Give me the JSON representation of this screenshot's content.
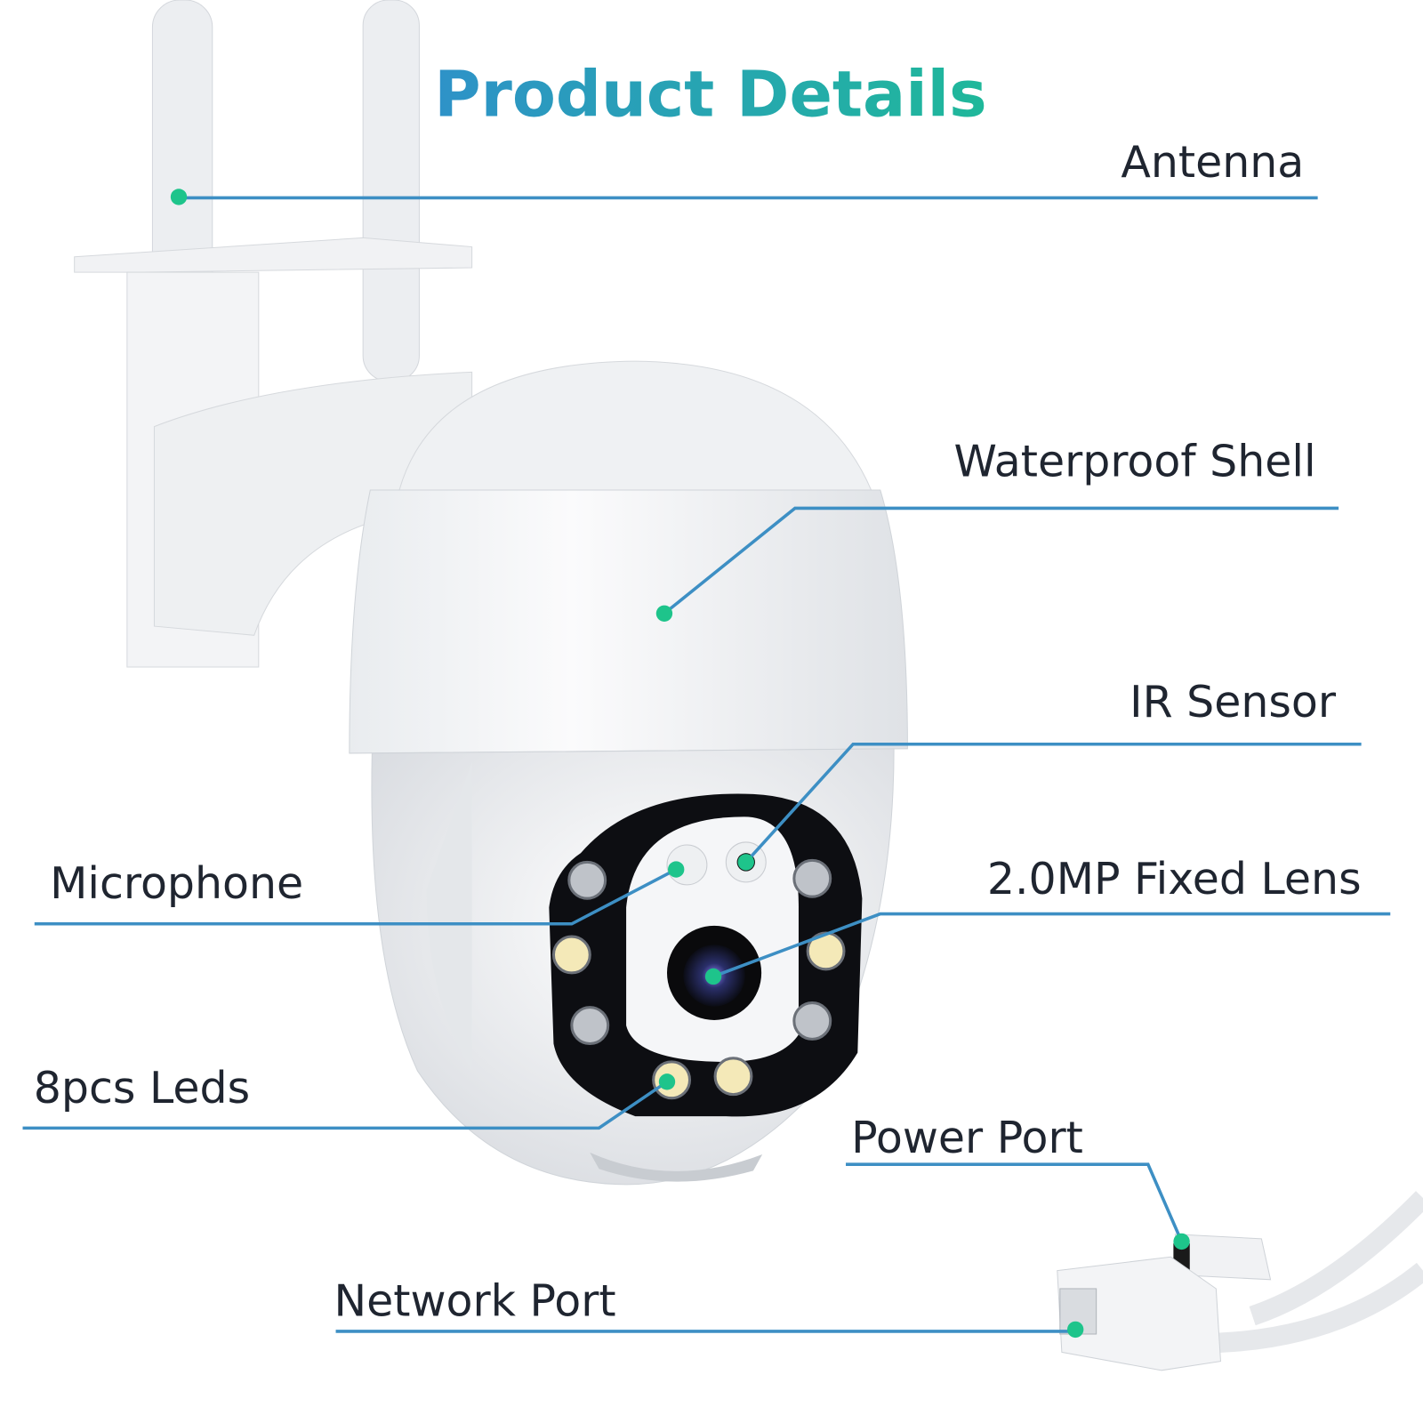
{
  "title": "Product Details",
  "colors": {
    "title_start": "#2e92c8",
    "title_end": "#1fb89a",
    "leader": "#3d8fc4",
    "dot": "#1ec48b"
  },
  "callouts": [
    {
      "id": "antenna",
      "label": "Antenna"
    },
    {
      "id": "shell",
      "label": "Waterproof Shell"
    },
    {
      "id": "ir",
      "label": "IR Sensor"
    },
    {
      "id": "mic",
      "label": "Microphone"
    },
    {
      "id": "lens",
      "label": "2.0MP Fixed Lens"
    },
    {
      "id": "leds",
      "label": "8pcs Leds"
    },
    {
      "id": "power",
      "label": "Power Port"
    },
    {
      "id": "network",
      "label": "Network Port"
    }
  ]
}
